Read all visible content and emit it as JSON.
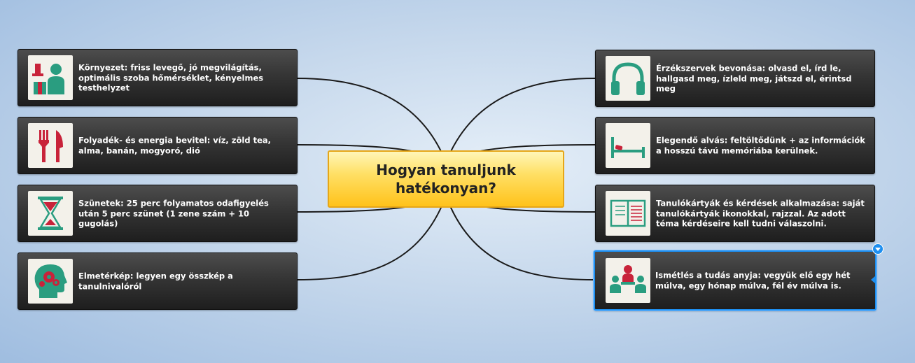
{
  "central": {
    "line1": "Hogyan tanuljunk",
    "line2": "hatékonyan?"
  },
  "nodes": {
    "environment": {
      "text": "Környezet: friss levegő, jó megvilágítás, optimális szoba hőmérséklet, kényelmes testhelyzet",
      "icon": "person-icon"
    },
    "nutrition": {
      "text": "Folyadék- és energia bevitel: víz, zöld tea, alma, banán, mogyoró, dió",
      "icon": "fork-knife-icon"
    },
    "breaks": {
      "text": "Szünetek: 25 perc folyamatos odafigyelés után 5 perc szünet (1 zene szám + 10 gugolás)",
      "icon": "hourglass-icon"
    },
    "mindmap": {
      "text": "Elmetérkép: legyen egy összkép a tanulnivalóról",
      "icon": "head-gears-icon"
    },
    "senses": {
      "text": "Érzékszervek bevonása: olvasd el, írd le, hallgasd meg, ízleld meg, játszd el, érintsd meg",
      "icon": "headphones-icon"
    },
    "sleep": {
      "text": "Elegendő alvás: feltöltődünk + az információk a hosszú távú memóriába kerülnek.",
      "icon": "bed-icon"
    },
    "flashcards": {
      "text": "Tanulókártyák és kérdések alkalmazása: saját tanulókártyák ikonokkal, rajzzal. Az adott téma kérdéseire kell tudni válaszolni.",
      "icon": "notebook-icon"
    },
    "repetition": {
      "text": "Ismétlés a tudás anyja: vegyük elő egy hét múlva, egy hónap múlva, fél év múlva is.",
      "icon": "meeting-icon"
    }
  },
  "colors": {
    "accent_red": "#c8233a",
    "accent_teal": "#2a9d80",
    "selection": "#1e8ff0",
    "central_fill": "#ffd23f"
  }
}
